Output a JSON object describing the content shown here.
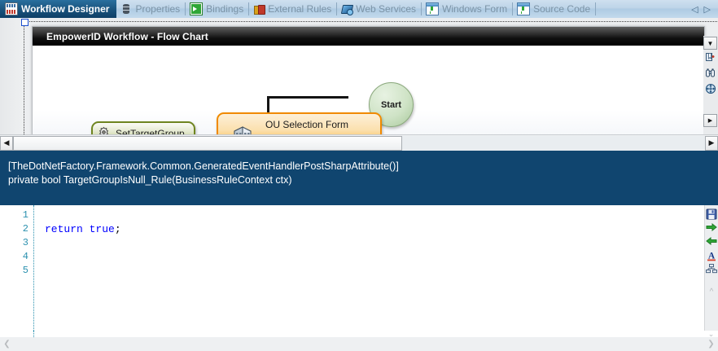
{
  "tabs": [
    {
      "label": "Workflow Designer",
      "icon": "workflow-grid-icon",
      "active": true
    },
    {
      "label": "Properties",
      "icon": "database-icon",
      "active": false
    },
    {
      "label": "Bindings",
      "icon": "green-arrow-box-icon",
      "active": false
    },
    {
      "label": "External Rules",
      "icon": "books-icon",
      "active": false
    },
    {
      "label": "Web Services",
      "icon": "globe-disc-icon",
      "active": false
    },
    {
      "label": "Windows Form",
      "icon": "window-download-icon",
      "active": false
    },
    {
      "label": "Source Code",
      "icon": "window-download-icon",
      "active": false
    }
  ],
  "tab_nav": {
    "prev": "◁",
    "next": "▷"
  },
  "designer": {
    "title": "EmpowerID Workflow - Flow Chart",
    "nodes": [
      {
        "id": "start",
        "label": "Start",
        "shape": "circle",
        "fill": "#cfe3c6",
        "border": "#8aa87c"
      },
      {
        "id": "ou-selection-form",
        "label": "OU Selection Form",
        "shape": "rounded-rect",
        "fill": "#f8a81c",
        "border": "#f08a00",
        "icon": "building-icon"
      },
      {
        "id": "set-target-group",
        "label": "SetTargetGroup",
        "shape": "rounded-rect",
        "fill": "#8aa02d",
        "border": "#6f8520",
        "icon": "gear-icon"
      }
    ],
    "right_rail": [
      {
        "name": "dropdown-arrow-button",
        "glyph": "▼"
      },
      {
        "name": "bookmark-icon"
      },
      {
        "name": "binoculars-find-icon"
      },
      {
        "name": "globe-navigate-icon"
      },
      {
        "name": "expand-right-button",
        "glyph": "▶"
      }
    ]
  },
  "signature": {
    "attribute": "[TheDotNetFactory.Framework.Common.GeneratedEventHandlerPostSharpAttribute()]",
    "method": "private bool TargetGroupIsNull_Rule(BusinessRuleContext ctx)",
    "background": "#10456f"
  },
  "editor": {
    "line_numbers": [
      "1",
      "2",
      "3",
      "4",
      "5"
    ],
    "lines": [
      {
        "tokens": []
      },
      {
        "tokens": [
          {
            "t": "return",
            "c": "kw"
          },
          {
            "t": " ",
            "c": "pl"
          },
          {
            "t": "true",
            "c": "kw"
          },
          {
            "t": ";",
            "c": "pl"
          }
        ]
      },
      {
        "tokens": []
      },
      {
        "tokens": []
      },
      {
        "tokens": []
      }
    ],
    "code_text": "return true;",
    "tools": [
      {
        "name": "save-icon"
      },
      {
        "name": "arrow-right-icon"
      },
      {
        "name": "arrow-left-icon"
      },
      {
        "name": "font-letter-a-icon"
      },
      {
        "name": "hierarchy-tree-icon"
      },
      {
        "name": "collapse-up-icon"
      }
    ]
  },
  "scrollbars": {
    "designer_h": {
      "left_arrow": "◀",
      "right_arrow": "▶"
    },
    "page_bottom": {
      "left_arrow": "❮",
      "right_arrow": "❯",
      "down_arrow": "⌄"
    }
  }
}
